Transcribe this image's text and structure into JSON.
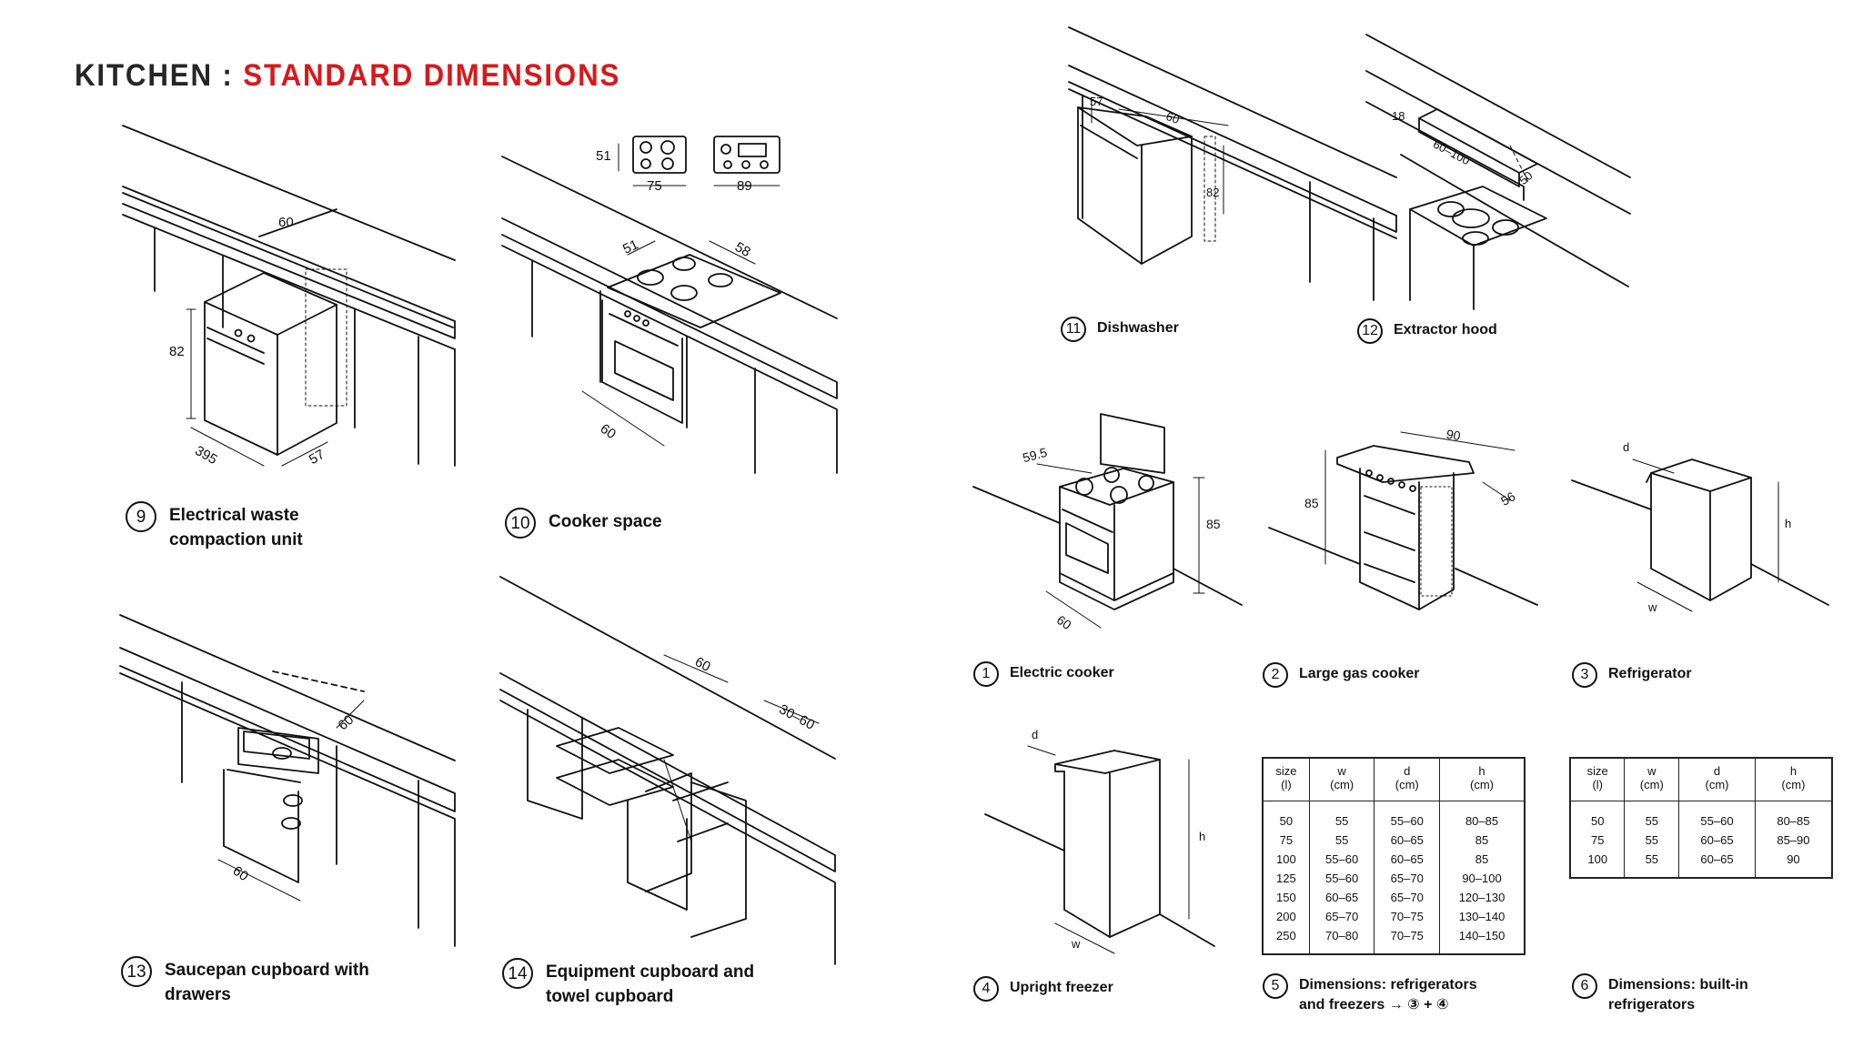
{
  "header": {
    "title_prefix": "KITCHEN :",
    "title_highlight": "STANDARD DIMENSIONS"
  },
  "figures": [
    {
      "num": "9",
      "label_line1": "Electrical waste",
      "label_line2": "compaction unit",
      "dims": [
        "60",
        "82",
        "395",
        "57"
      ]
    },
    {
      "num": "10",
      "label": "Cooker space",
      "dims": [
        "51",
        "75",
        "89",
        "51",
        "58",
        "60"
      ]
    },
    {
      "num": "13",
      "label_line1": "Saucepan cupboard with",
      "label_line2": "drawers",
      "dims": [
        "60",
        "60"
      ]
    },
    {
      "num": "14",
      "label_line1": "Equipment cupboard and",
      "label_line2": "towel cupboard",
      "dims": [
        "60",
        "30–60"
      ]
    },
    {
      "num": "11",
      "label": "Dishwasher",
      "dims": [
        "57",
        "60",
        "82"
      ]
    },
    {
      "num": "12",
      "label": "Extractor hood",
      "dims": [
        "18",
        "60–100",
        "50"
      ]
    },
    {
      "num": "1",
      "label": "Electric cooker",
      "dims": [
        "59.5",
        "85",
        "60"
      ]
    },
    {
      "num": "2",
      "label": "Large gas cooker",
      "dims": [
        "90",
        "85",
        "56"
      ]
    },
    {
      "num": "3",
      "label": "Refrigerator",
      "dims": [
        "d",
        "h",
        "w"
      ]
    },
    {
      "num": "4",
      "label": "Upright freezer",
      "dims": [
        "d",
        "h",
        "w"
      ]
    },
    {
      "num": "5",
      "label_line1": "Dimensions: refrigerators",
      "label_line2": "and freezers → ③ + ④"
    },
    {
      "num": "6",
      "label_line1": "Dimensions: built-in",
      "label_line2": "refrigerators"
    }
  ],
  "table5": {
    "headers": [
      [
        "size",
        "(l)"
      ],
      [
        "w",
        "(cm)"
      ],
      [
        "d",
        "(cm)"
      ],
      [
        "h",
        "(cm)"
      ]
    ],
    "rows": [
      [
        "50",
        "55",
        "55–60",
        "80–85"
      ],
      [
        "75",
        "55",
        "60–65",
        "85"
      ],
      [
        "100",
        "55–60",
        "60–65",
        "85"
      ],
      [
        "125",
        "55–60",
        "65–70",
        "90–100"
      ],
      [
        "150",
        "60–65",
        "65–70",
        "120–130"
      ],
      [
        "200",
        "65–70",
        "70–75",
        "130–140"
      ],
      [
        "250",
        "70–80",
        "70–75",
        "140–150"
      ]
    ]
  },
  "table6": {
    "headers": [
      [
        "size",
        "(l)"
      ],
      [
        "w",
        "(cm)"
      ],
      [
        "d",
        "(cm)"
      ],
      [
        "h",
        "(cm)"
      ]
    ],
    "rows": [
      [
        "50",
        "55",
        "55–60",
        "80–85"
      ],
      [
        "75",
        "55",
        "60–65",
        "85–90"
      ],
      [
        "100",
        "55",
        "60–65",
        "90"
      ]
    ]
  }
}
